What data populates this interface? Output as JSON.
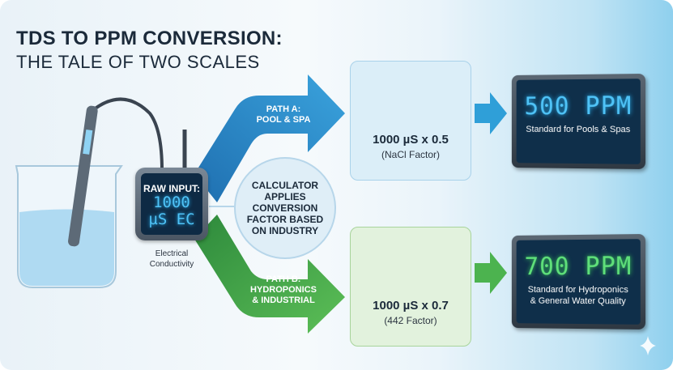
{
  "header": {
    "title": "TDS TO PPM CONVERSION:",
    "subtitle": "THE TALE OF TWO SCALES"
  },
  "meter": {
    "label": "RAW INPUT:",
    "value": "1000",
    "unit": "µS EC",
    "caption_line1": "Electrical",
    "caption_line2": "Conductivity"
  },
  "center": {
    "lines": [
      "CALCULATOR",
      "APPLIES",
      "CONVERSION",
      "FACTOR BASED",
      "ON INDUSTRY"
    ]
  },
  "path_a": {
    "line1": "PATH A:",
    "line2": "POOL & SPA",
    "formula": "1000 µS x 0.5",
    "factor": "(NaCl Factor)",
    "result": "500 PPM",
    "standard": "Standard for Pools & Spas",
    "color": "#2a8fd0"
  },
  "path_b": {
    "line1": "PATH B:",
    "line2": "HYDROPONICS",
    "line3": "& INDUSTRIAL",
    "formula": "1000 µS x 0.7",
    "factor": "(442 Factor)",
    "result": "700 PPM",
    "standard_line1": "Standard for Hydroponics",
    "standard_line2": "& General Water Quality",
    "color": "#3aa047"
  }
}
